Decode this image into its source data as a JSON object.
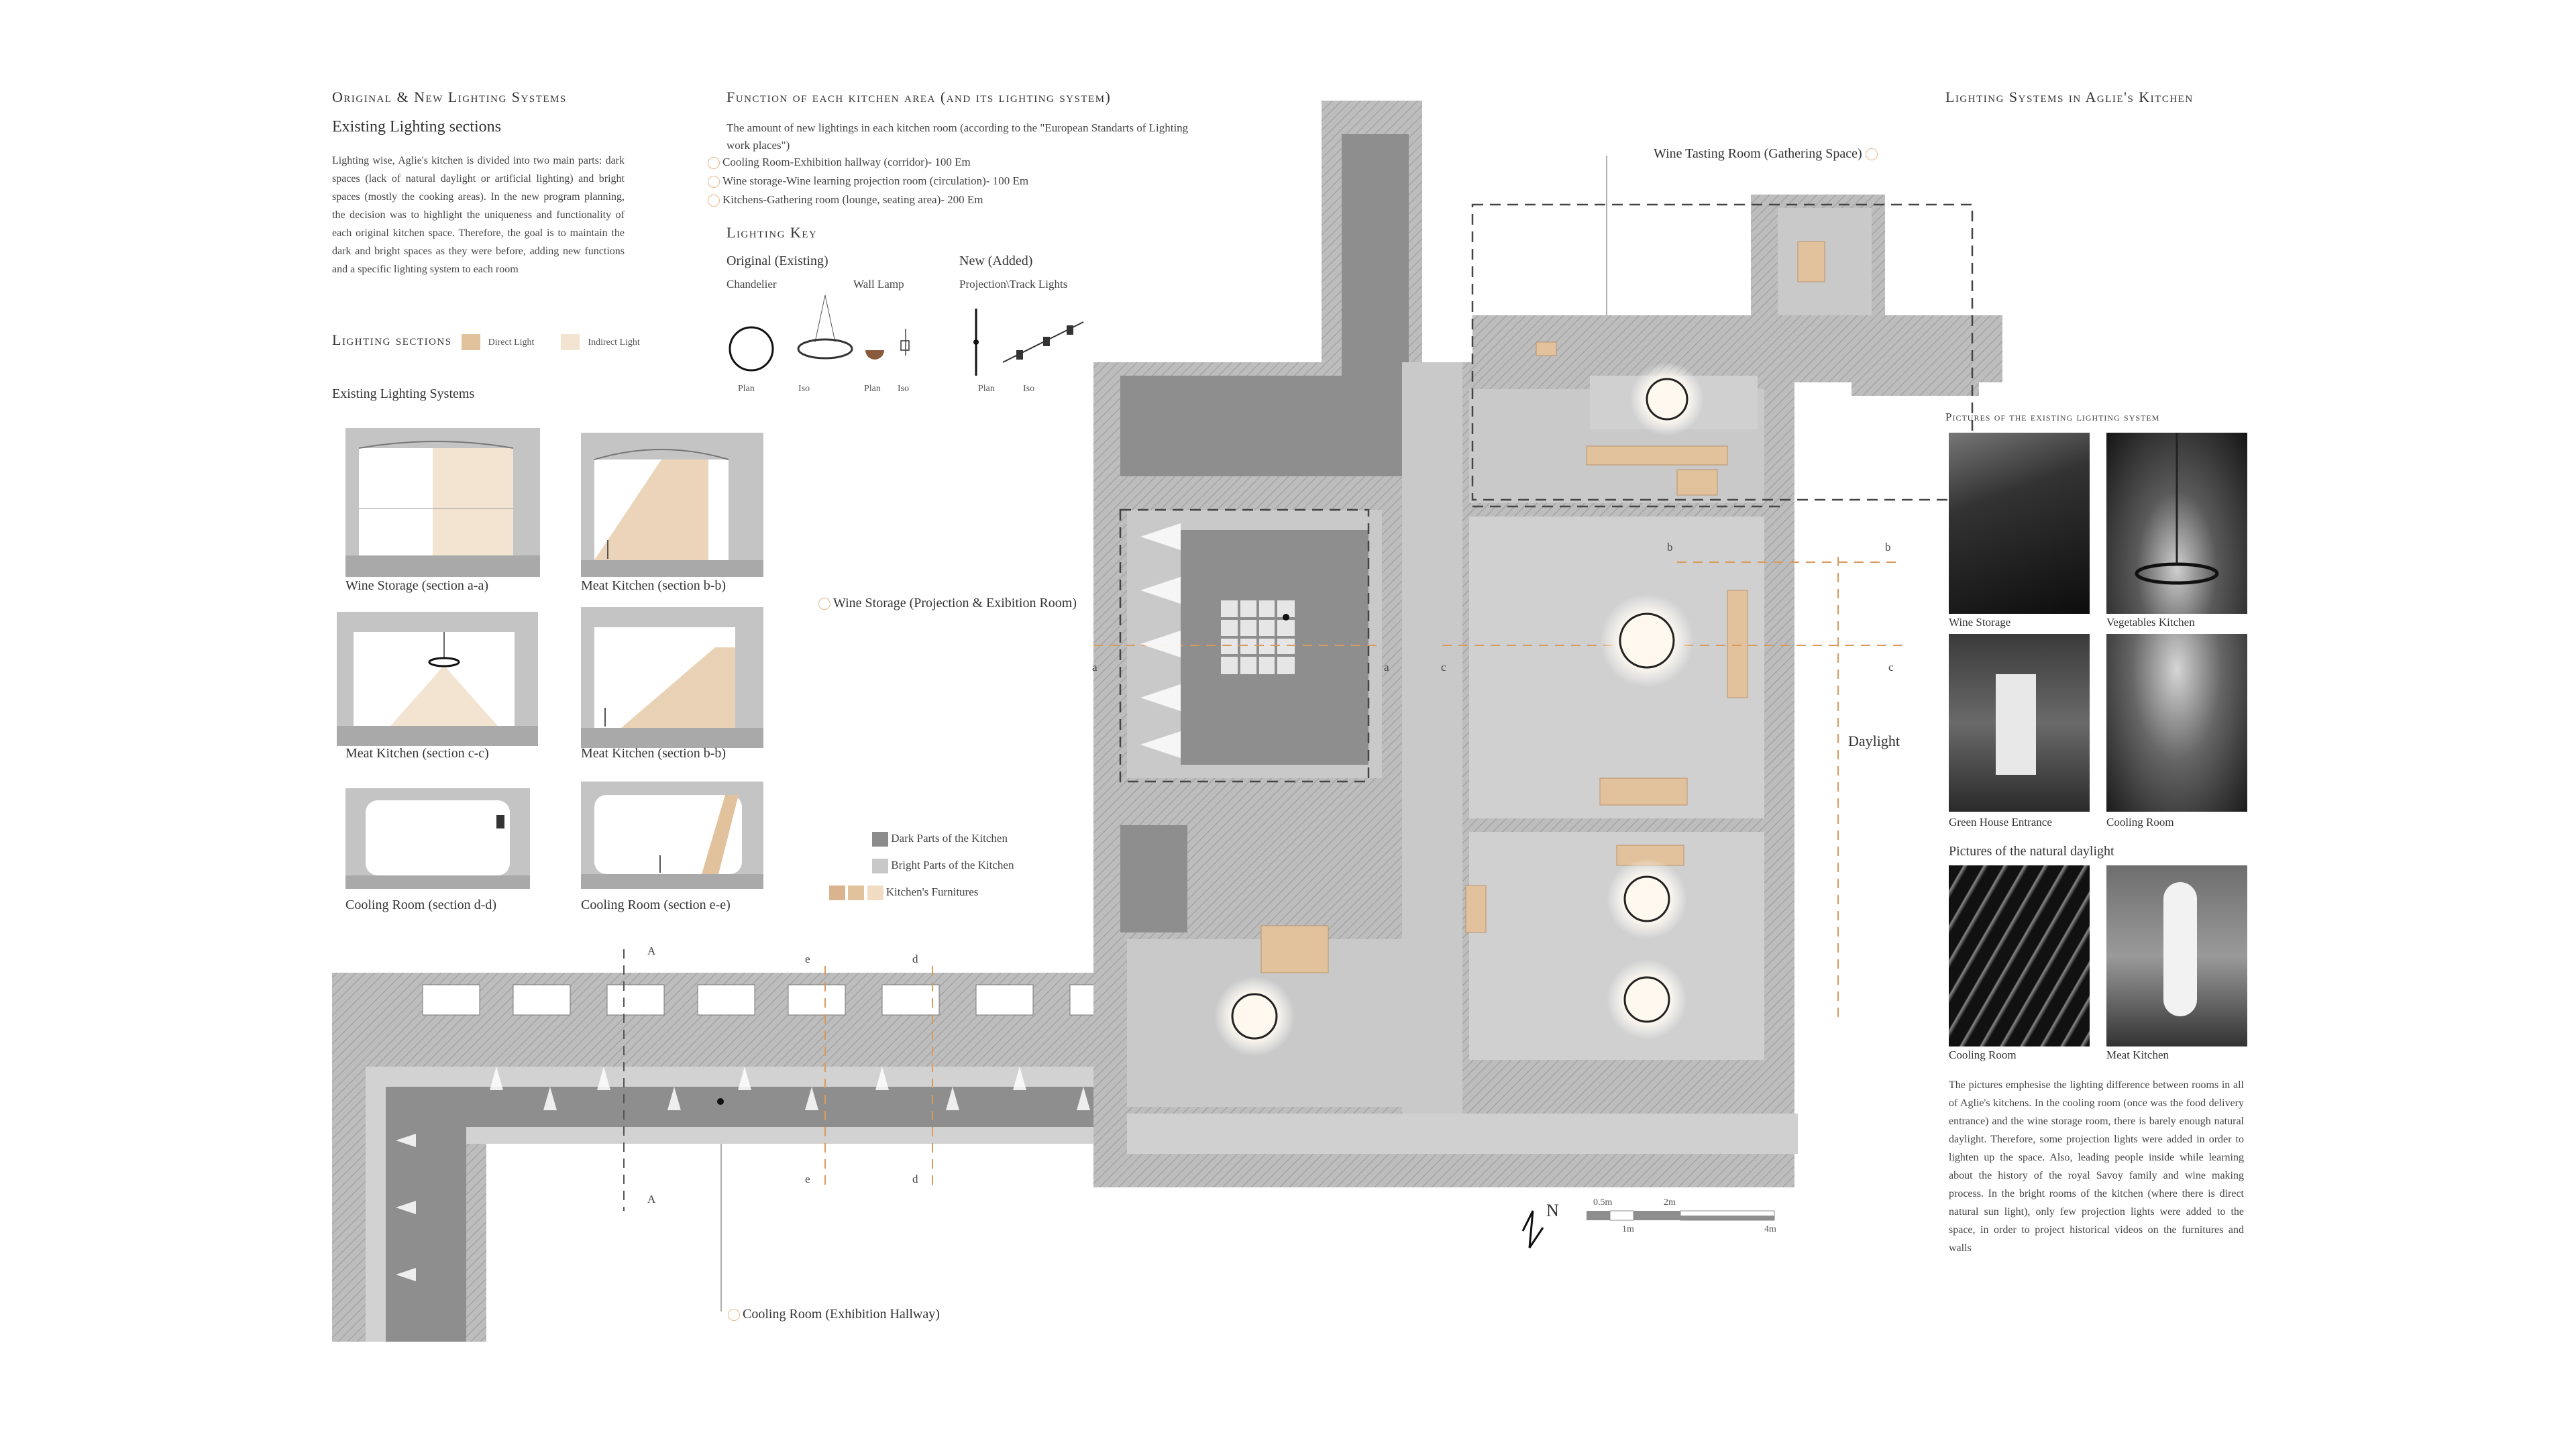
{
  "left": {
    "title": "Original & New Lighting Systems",
    "subtitle": "Existing Lighting sections",
    "paragraph": "Lighting wise, Aglie's kitchen is divided into two main parts: dark spaces (lack of natural daylight or artificial lighting) and bright spaces (mostly the cooking areas). In the new program planning, the decision was to highlight the uniqueness and functionality of each original kitchen space. Therefore, the goal is to maintain the dark and bright spaces as they were before, adding new functions and a specific lighting system to each room",
    "sections_title": "Lighting sections",
    "direct_label": "Direct Light",
    "indirect_label": "Indirect Light",
    "existing_title": "Existing Lighting Systems",
    "sections": [
      "Wine Storage (section a-a)",
      "Meat Kitchen (section b-b)",
      "Meat Kitchen (section c-c)",
      "Meat Kitchen (section b-b)",
      "Cooling Room (section d-d)",
      "Cooling Room (section e-e)"
    ]
  },
  "function": {
    "title": "Function of each kitchen area (and its lighting system)",
    "intro": "The amount of new lightings in each kitchen room (according to the \"European Standarts of Lighting work places\")",
    "items": [
      "Cooling Room-Exhibition hallway (corridor)- 100 Em",
      "Wine storage-Wine learning projection room (circulation)- 100 Em",
      "Kitchens-Gathering room (lounge, seating area)- 200 Em"
    ],
    "key_title": "Lighting Key",
    "original": "Original (Existing)",
    "new": "New (Added)",
    "chandelier": "Chandelier",
    "wall_lamp": "Wall Lamp",
    "projection": "Projection\\Track Lights",
    "plan": "Plan",
    "iso": "Iso"
  },
  "legend": {
    "dark": "Dark Parts of the Kitchen",
    "bright": "Bright Parts of the Kitchen",
    "furn": "Kitchen's Furnitures"
  },
  "plan_labels": {
    "wine_tasting": "Wine Tasting Room (Gathering Space)",
    "wine_storage": "Wine Storage (Projection & Exibition Room)",
    "cooling": "Cooling Room (Exhibition Hallway)",
    "daylight": "Daylight",
    "a": "a",
    "b": "b",
    "c": "c",
    "d": "d",
    "e": "e",
    "A": "A",
    "north": "N",
    "scale_05": "0.5m",
    "scale_1": "1m",
    "scale_2": "2m",
    "scale_4": "4m"
  },
  "right": {
    "title": "Lighting Systems in Aglie's Kitchen",
    "pictures_existing": "Pictures of the existing lighting system",
    "pictures_natural": "Pictures of the natural daylight",
    "captions": [
      "Wine Storage",
      "Vegetables Kitchen",
      "Green House Entrance",
      "Cooling Room",
      "Cooling Room",
      "Meat Kitchen"
    ],
    "paragraph": "The pictures emphesise the lighting difference between rooms in all of Aglie's kitchens. In the cooling room (once was the food delivery entrance) and the wine storage room, there is barely enough natural daylight. Therefore, some projection lights were added in order to lighten up the space. Also, leading people inside while learning about the history of the royal Savoy family and wine making process. In the bright rooms of the kitchen (where there is direct natural sun light), only few projection lights were added to the space, in order to project historical videos on the furnitures and walls"
  },
  "colors": {
    "dark_gray": "#8c8c8c",
    "light_gray": "#c8c8c8",
    "wall_gray": "#a9a9a9",
    "direct_light": "#e2c29c",
    "indirect_light": "#f3e4d1",
    "accent": "#d99a5b"
  }
}
